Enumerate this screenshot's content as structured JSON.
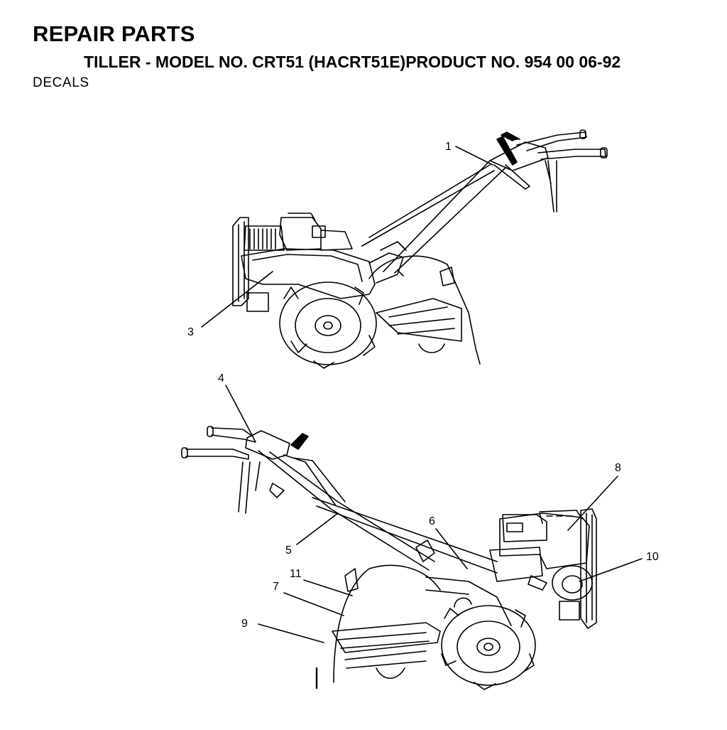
{
  "header": {
    "title": "REPAIR PARTS",
    "subtitle": "TILLER - MODEL NO. CRT51 (HACRT51E)PRODUCT NO. 954 00 06-92",
    "section": "DECALS"
  },
  "callouts": [
    "1",
    "3",
    "4",
    "5",
    "6",
    "7",
    "8",
    "9",
    "10",
    "11"
  ]
}
